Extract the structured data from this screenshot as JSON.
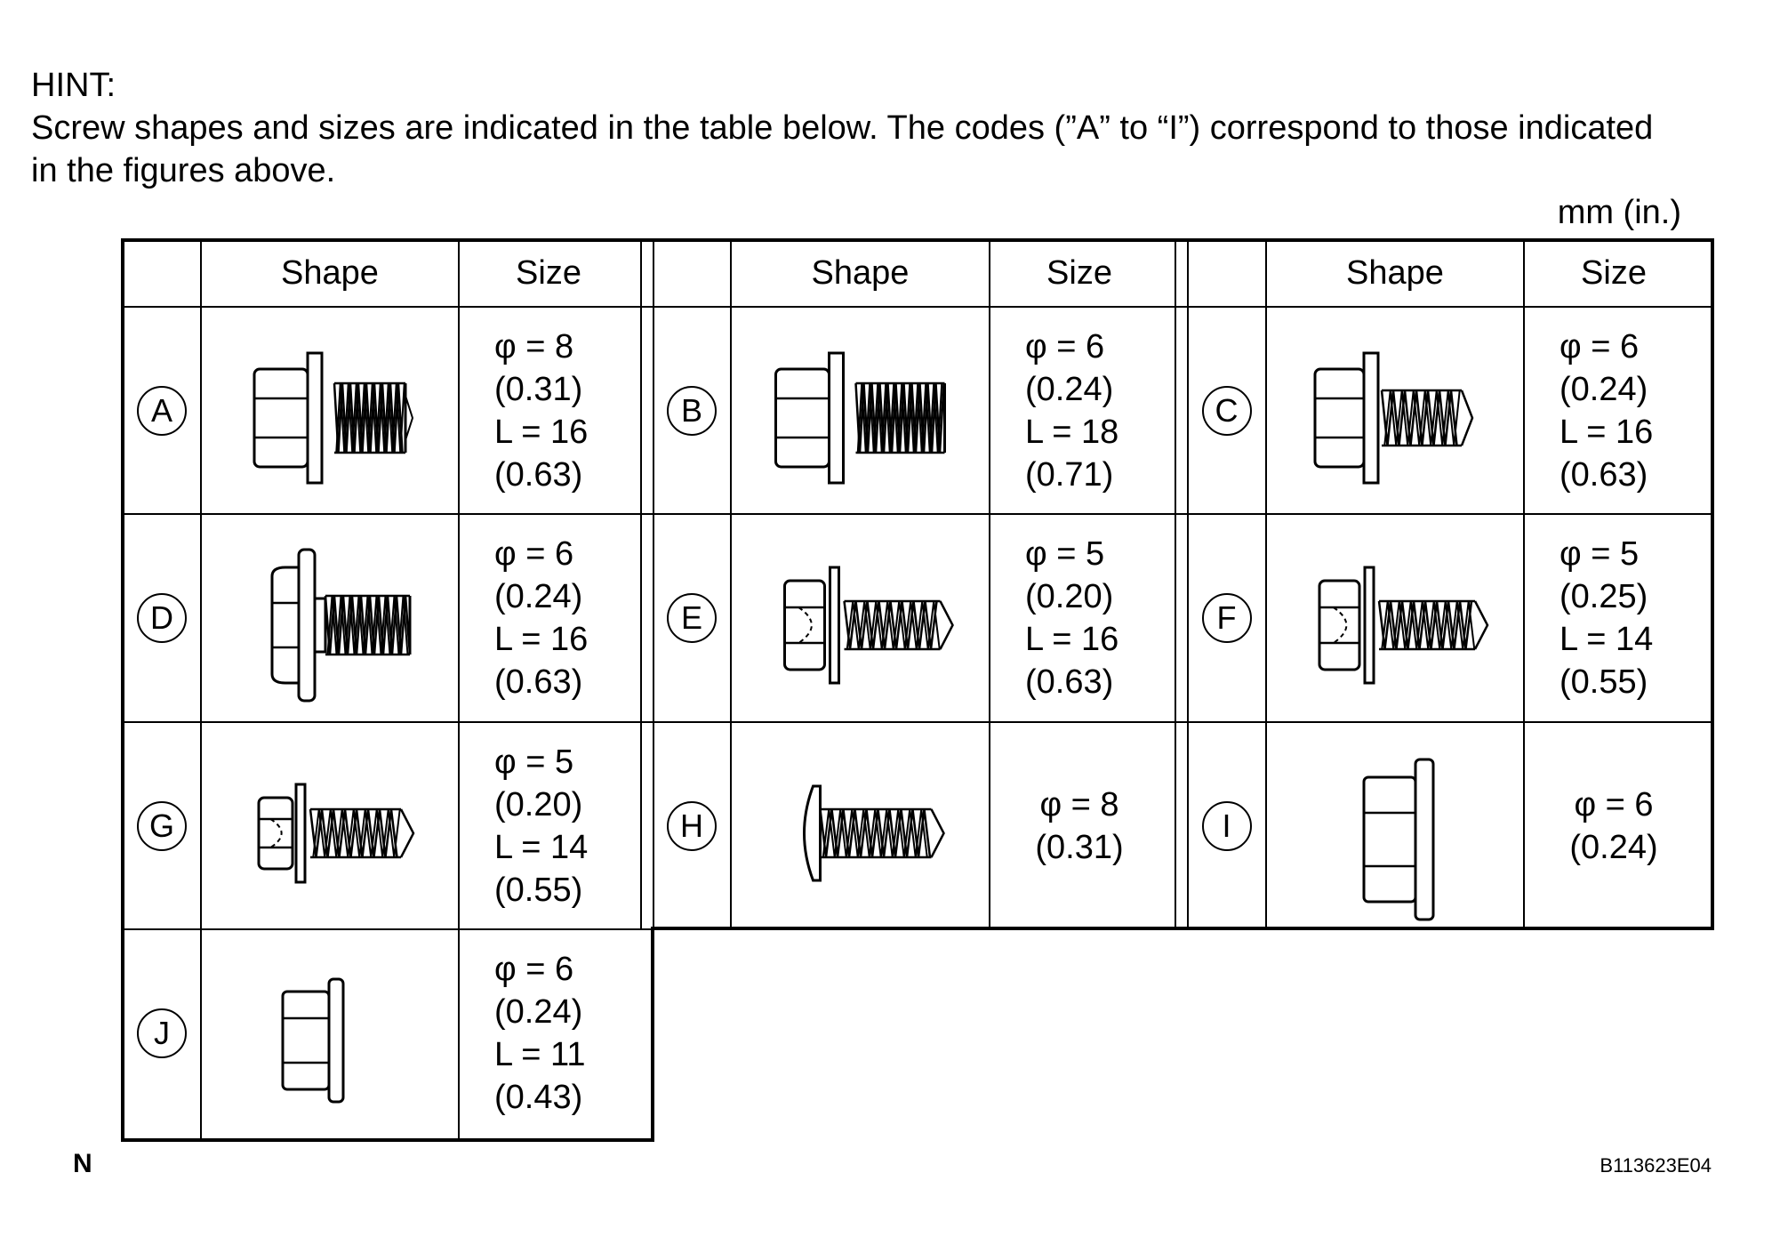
{
  "hint": {
    "title": "HINT:",
    "line1": "Screw shapes and sizes are indicated in the table below. The codes (”A” to “I”) correspond to those indicated",
    "line2": "in the figures above."
  },
  "units": "mm (in.)",
  "headers": {
    "shape": "Shape",
    "size": "Size"
  },
  "screws": [
    {
      "code": "A",
      "size": [
        "φ = 8",
        "(0.31)",
        "L = 16",
        "(0.63)"
      ],
      "icon": "flanged-hex-bolt-washer-icon"
    },
    {
      "code": "B",
      "size": [
        "φ = 6",
        "(0.24)",
        "L = 18",
        "(0.71)"
      ],
      "icon": "flanged-hex-bolt-washer-icon"
    },
    {
      "code": "C",
      "size": [
        "φ = 6",
        "(0.24)",
        "L = 16",
        "(0.63)"
      ],
      "icon": "hex-tapping-screw-washer-icon"
    },
    {
      "code": "D",
      "size": [
        "φ = 6",
        "(0.24)",
        "L = 16",
        "(0.63)"
      ],
      "icon": "flange-bolt-icon"
    },
    {
      "code": "E",
      "size": [
        "φ = 5",
        "(0.20)",
        "L = 16",
        "(0.63)"
      ],
      "icon": "hex-tapping-screw-icon"
    },
    {
      "code": "F",
      "size": [
        "φ = 5",
        "(0.25)",
        "L = 14",
        "(0.55)"
      ],
      "icon": "hex-tapping-screw-icon"
    },
    {
      "code": "G",
      "size": [
        "φ = 5",
        "(0.20)",
        "L = 14",
        "(0.55)"
      ],
      "icon": "hex-tapping-screw-icon"
    },
    {
      "code": "H",
      "size": [
        "φ = 8",
        "(0.31)"
      ],
      "icon": "pan-head-tapping-screw-icon"
    },
    {
      "code": "I",
      "size": [
        "φ = 6",
        "(0.24)"
      ],
      "icon": "flange-nut-icon"
    },
    {
      "code": "J",
      "size": [
        "φ = 6",
        "(0.24)",
        "L = 11",
        "(0.43)"
      ],
      "icon": "flange-nut-icon"
    }
  ],
  "figure_label": "N",
  "figure_id": "B113623E04"
}
